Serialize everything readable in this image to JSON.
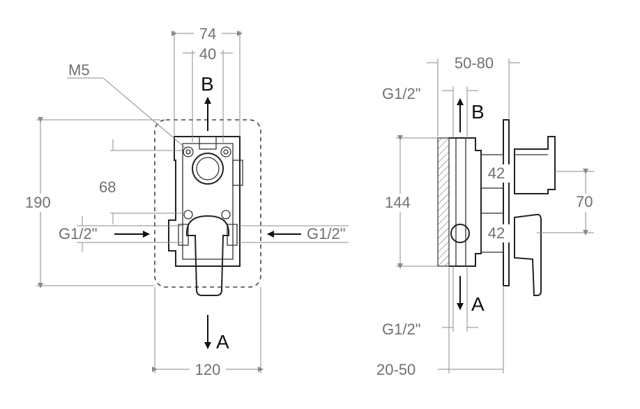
{
  "front_view": {
    "dim_74": "74",
    "dim_40": "40",
    "thread_m5": "M5",
    "flow_b": "B",
    "dim_68": "68",
    "dim_190": "190",
    "inlet_left": "G1/2\"",
    "inlet_right": "G1/2\"",
    "flow_a": "A",
    "dim_120": "120"
  },
  "side_view": {
    "dim_50_80": "50-80",
    "outlet_top": "G1/2\"",
    "flow_b": "B",
    "dim_144": "144",
    "dim_42_top": "42",
    "dim_42_bottom": "42",
    "dim_70": "70",
    "flow_a": "A",
    "outlet_bottom": "G1/2\"",
    "dim_20_50": "20-50"
  },
  "colors": {
    "outline": "#222222",
    "dimension": "#707070"
  }
}
